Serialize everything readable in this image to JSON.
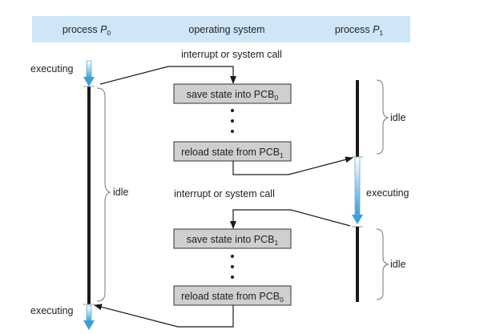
{
  "header": {
    "col_p0": {
      "main": "process ",
      "var": "P",
      "sub": "0"
    },
    "col_os": "operating system",
    "col_p1": {
      "main": "process ",
      "var": "P",
      "sub": "1"
    },
    "band_color": "#cfe6f7"
  },
  "labels": {
    "interrupt_top": "interrupt or system call",
    "interrupt_mid": "interrupt or system call",
    "p0_executing_top": "executing",
    "p0_executing_bottom": "executing",
    "p0_idle": "idle",
    "p1_idle_top": "idle",
    "p1_executing": "executing",
    "p1_idle_bottom": "idle"
  },
  "boxes": [
    {
      "text": "save state into PCB",
      "sub": "0"
    },
    {
      "text": "reload state from PCB",
      "sub": "1"
    },
    {
      "text": "save state into PCB",
      "sub": "1"
    },
    {
      "text": "reload state from PCB",
      "sub": "0"
    }
  ],
  "colors": {
    "exec_arrow": "#3aa0d8",
    "box_fill": "#cfcfcf",
    "line": "#1a1a1a"
  }
}
